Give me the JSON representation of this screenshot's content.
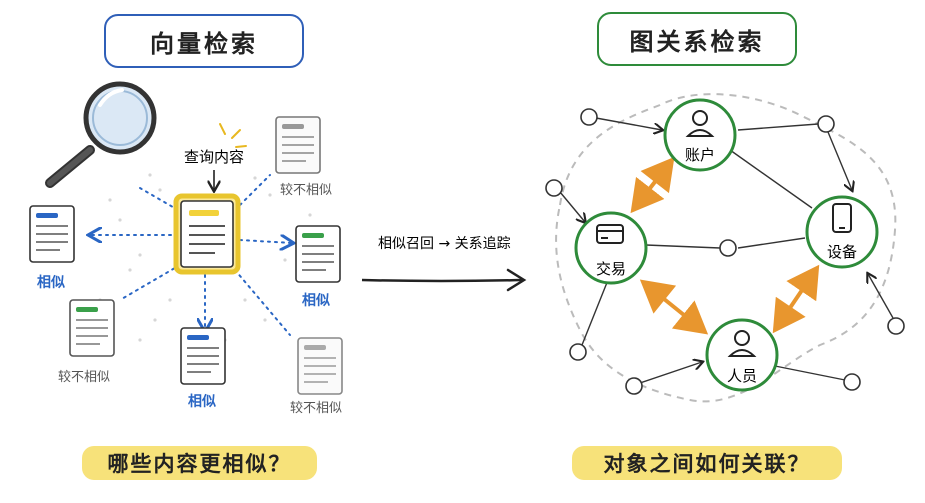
{
  "left": {
    "title": "向量检索",
    "query_label": "查询内容",
    "similar_label": "相似",
    "less_similar_label": "较不相似",
    "question": "哪些内容更相似？"
  },
  "middle": {
    "process_label": "相似召回 → 关系追踪"
  },
  "right": {
    "title": "图关系检索",
    "nodes": {
      "account": "账户",
      "transaction": "交易",
      "device": "设备",
      "person": "人员"
    },
    "question": "对象之间如何关联？"
  },
  "colors": {
    "blue": "#2f5fb8",
    "green": "#2e8b3a",
    "yellow": "#f7e27a",
    "orange": "#e8962e"
  }
}
